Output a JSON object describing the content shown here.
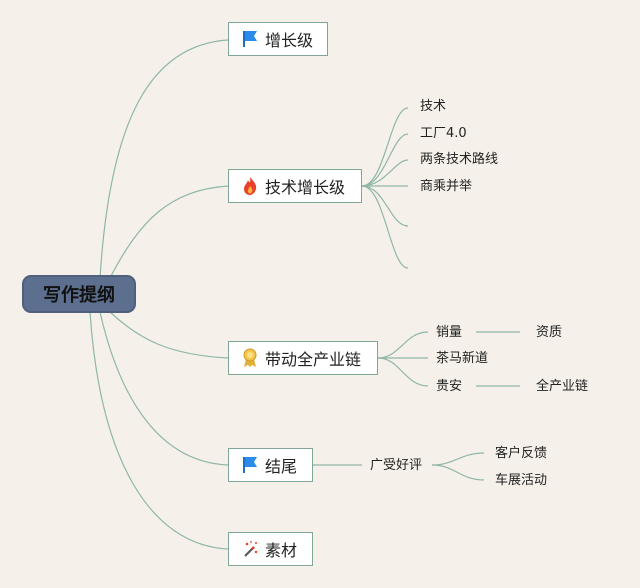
{
  "root": {
    "label": "写作提纲"
  },
  "branches": [
    {
      "label": "增长级",
      "icon": "blue-flag-icon"
    },
    {
      "label": "技术增长级",
      "icon": "fire-icon",
      "children": [
        "技术",
        "工厂4.0",
        "两条技术路线",
        "商乘并举"
      ]
    },
    {
      "label": "带动全产业链",
      "icon": "award-ribbon-icon",
      "children": [
        "销量",
        "资质",
        "茶马新道",
        "贵安",
        "全产业链"
      ]
    },
    {
      "label": "结尾",
      "icon": "blue-flag-icon",
      "children": [
        "广受好评",
        "客户反馈",
        "车展活动"
      ]
    },
    {
      "label": "素材",
      "icon": "magic-wand-icon"
    }
  ],
  "colors": {
    "line": "#8fb7a3",
    "root_fill": "#5d6f8f",
    "box_border": "#7ea895",
    "background": "#f5f1ea"
  }
}
